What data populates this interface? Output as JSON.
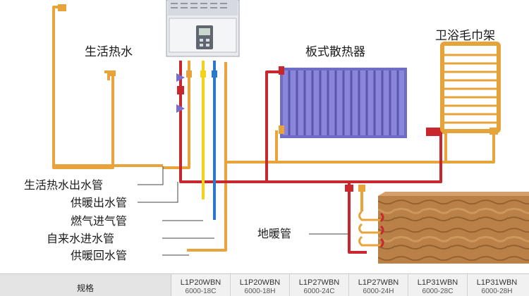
{
  "diagram": {
    "labels": {
      "hot_water": "生活热水",
      "radiator": "板式散热器",
      "towel_rack": "卫浴毛巾架",
      "floor_heating": "地暖管"
    },
    "legend": [
      "生活热水出水管",
      "供暖出水管",
      "燃气进气管",
      "自来水进水管",
      "供暖回水管"
    ],
    "colors": {
      "supply_red": "#c8282d",
      "return_orange": "#e8a33b",
      "gas_yellow": "#f2d21a",
      "cold_blue": "#2b78c8",
      "radiator_purple": "#7b78d0",
      "towel_gold": "#e5a43a",
      "floor_wood": "#b77b46"
    }
  },
  "spec_table": {
    "header": "规格",
    "columns": [
      {
        "model": "L1P20WBN",
        "sub": "6000-18C"
      },
      {
        "model": "L1P20WBN",
        "sub": "6000-18H"
      },
      {
        "model": "L1P27WBN",
        "sub": "6000-24C"
      },
      {
        "model": "L1P27WBN",
        "sub": "6000-24H"
      },
      {
        "model": "L1P31WBN",
        "sub": "6000-28C"
      },
      {
        "model": "L1P31WBN",
        "sub": "6000-28H"
      }
    ]
  }
}
